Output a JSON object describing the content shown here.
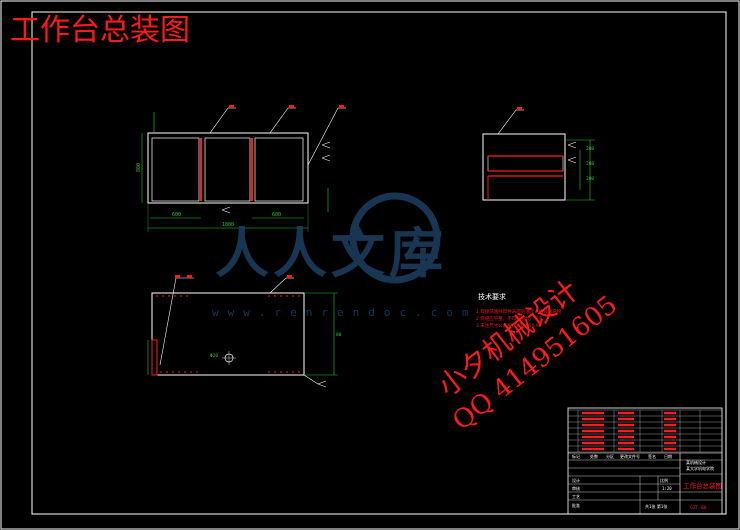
{
  "drawing": {
    "title": "工作台总装图",
    "front_view": {
      "dim_width": "1800",
      "dim_left": "600",
      "dim_right": "600",
      "dim_height": "800"
    },
    "top_view": {
      "dim_depth": "80",
      "dim_hole": "Φ20"
    },
    "side_view": {
      "dims": [
        "200",
        "200",
        "200"
      ]
    },
    "tech_requirements": {
      "heading": "技术要求",
      "lines": [
        "1.焊接前清除焊件表面的油污、锈蚀等杂物",
        "2.焊缝应平整，不得有裂纹、气孔",
        "3.未注尺寸公差按GB/T1804-m"
      ]
    }
  },
  "watermark": {
    "brand": "人人文库",
    "url": "www.renrendoc.com",
    "stamp_line1": "小夕机械设计",
    "stamp_line2": "QQ 414951605"
  },
  "title_block": {
    "part_name": "工作台总装图",
    "company_line1": "某机械设计",
    "company_line2": "某大学机电学院",
    "drawing_number": "GZT-00",
    "scale_label": "比例",
    "scale_value": "1:20",
    "sheet_info": "共1张 第1张",
    "header_labels": [
      "标记",
      "处数",
      "分区",
      "更改文件号",
      "签名",
      "日期"
    ],
    "role_labels": [
      "设计",
      "审核",
      "工艺",
      "批准"
    ]
  },
  "colors": {
    "background": "#000000",
    "outline": "#ffffff",
    "annotation": "#ff1a1a",
    "dimension": "#22cc22",
    "watermark": "#1d3f63"
  }
}
